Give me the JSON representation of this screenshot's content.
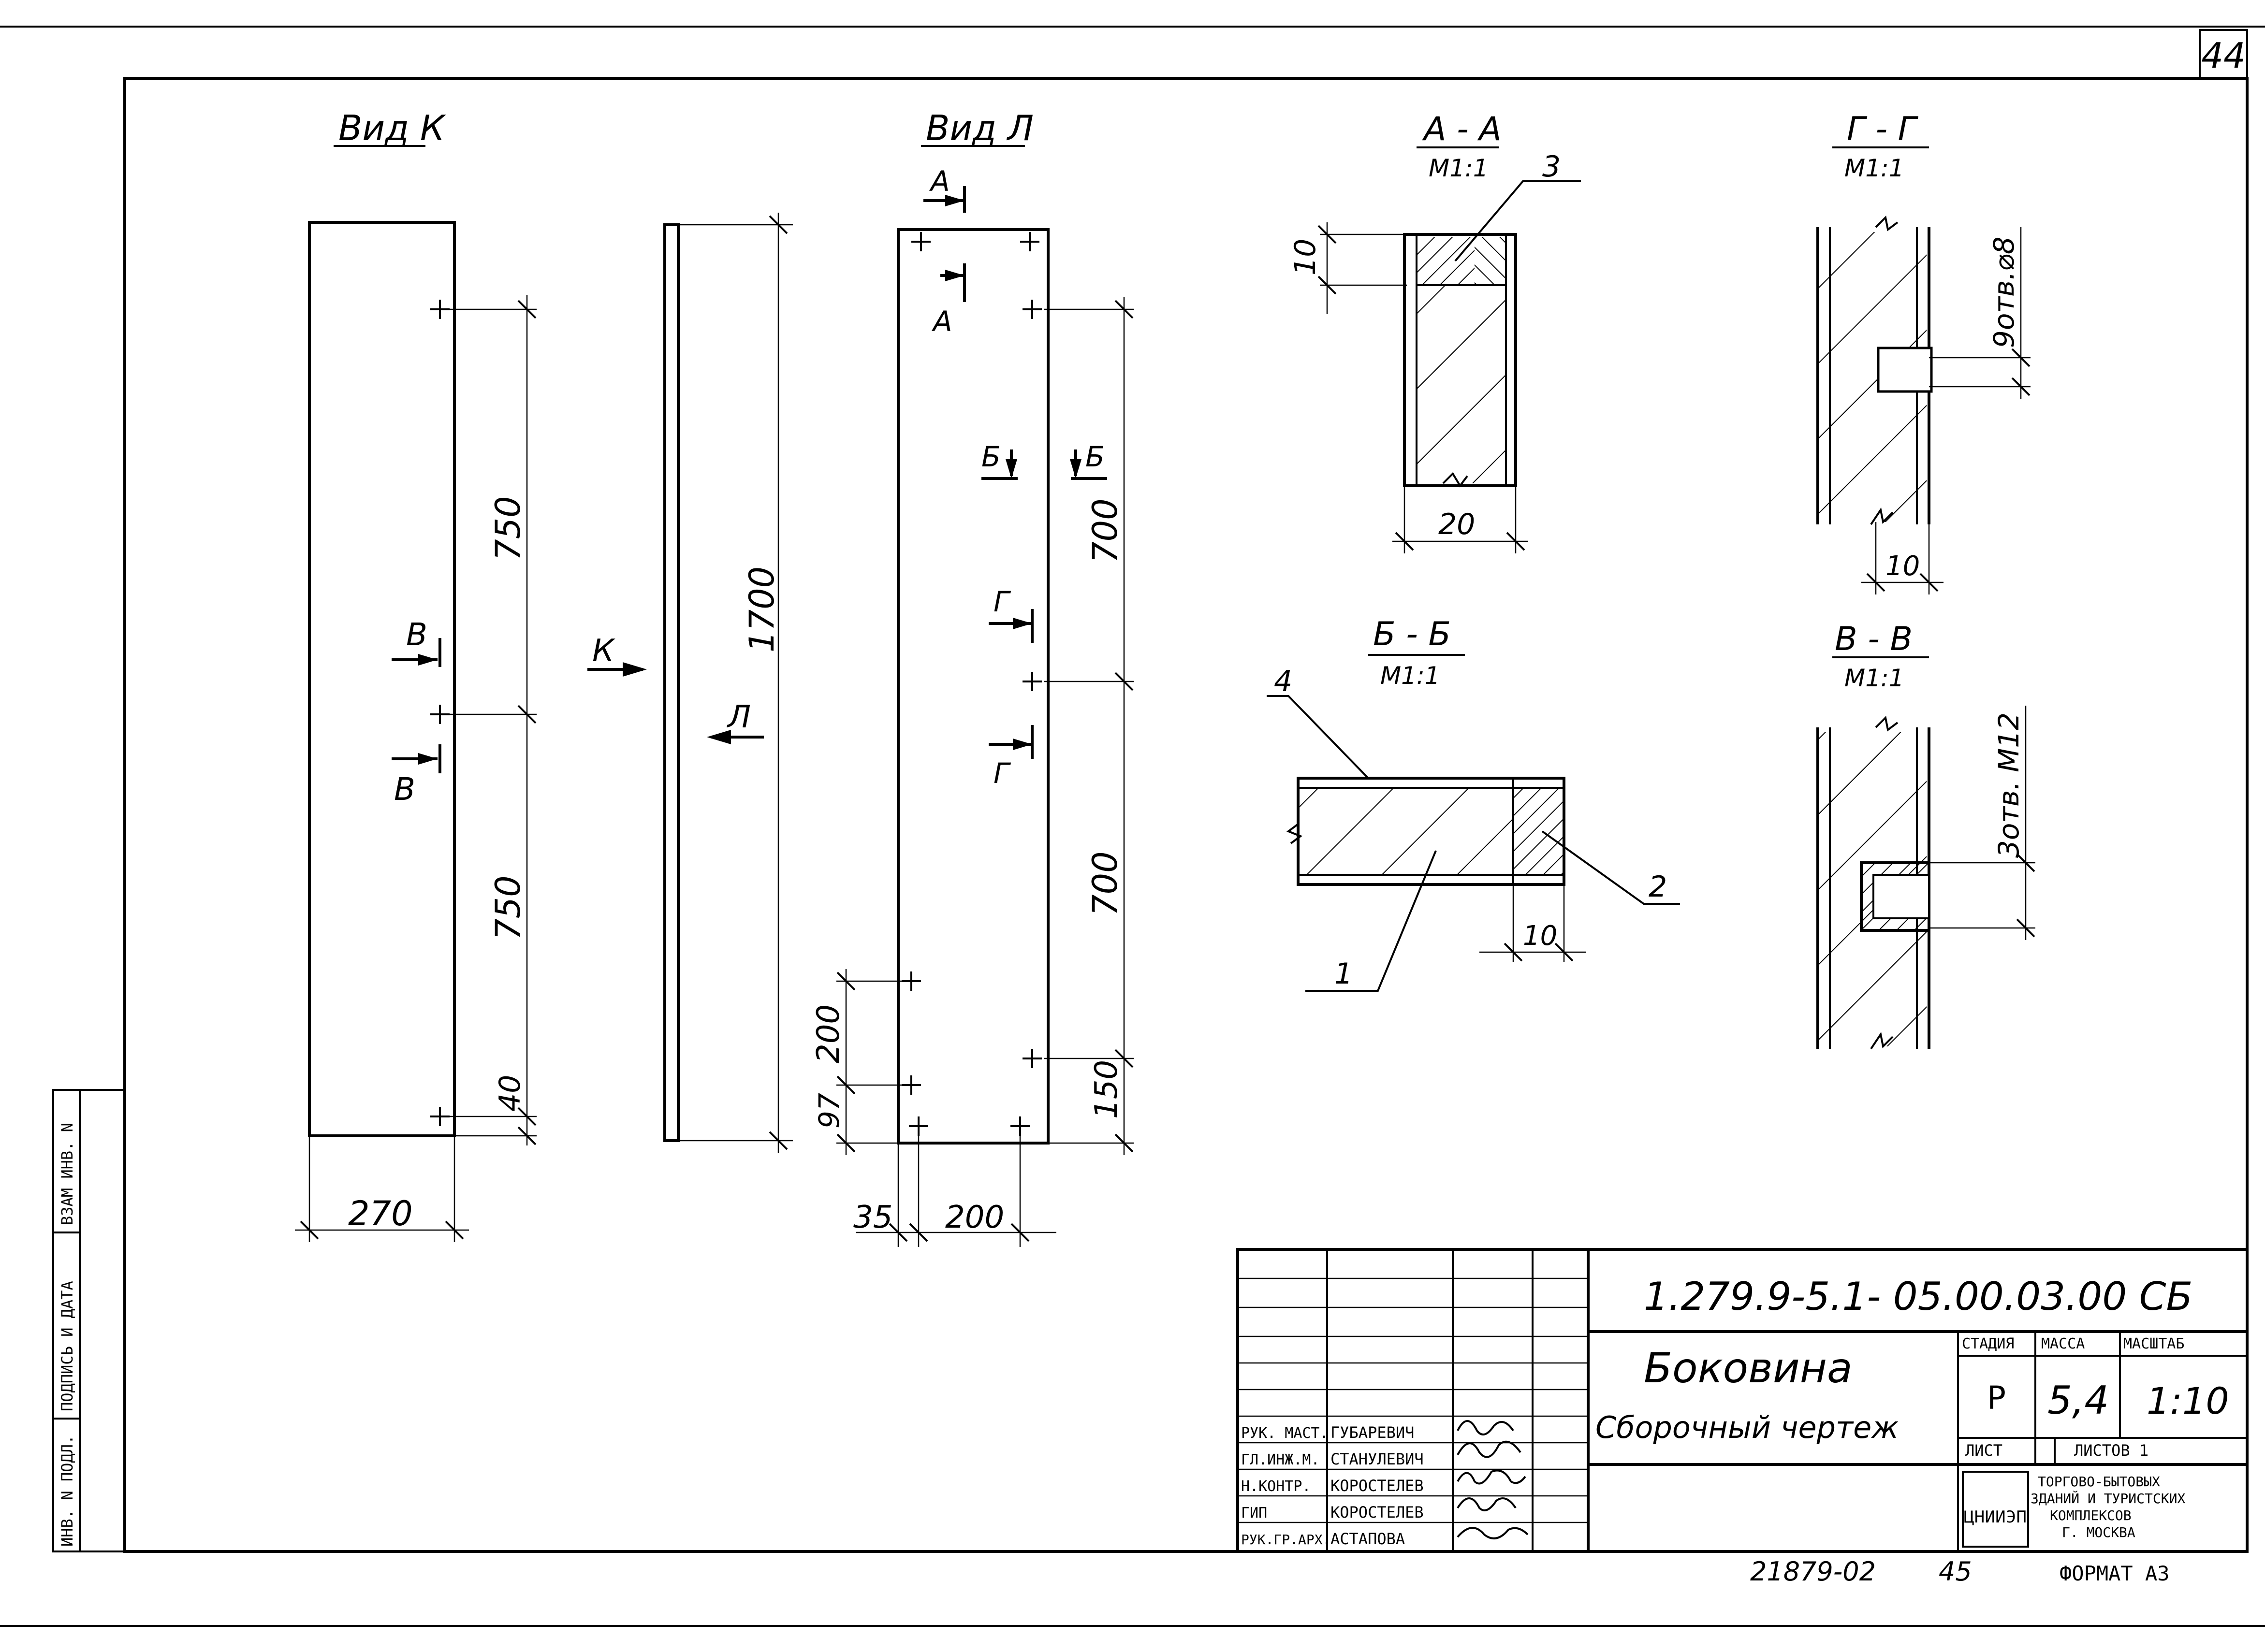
{
  "page_number": "44",
  "views": {
    "view_k": {
      "title": "Вид К",
      "dims": {
        "d750_top": "750",
        "d750_bottom": "750",
        "d40": "40",
        "width": "270"
      },
      "section_mark_top": "В",
      "section_mark_bottom": "В"
    },
    "side": {
      "arrow_k": "К",
      "arrow_l": "Л",
      "height": "1700"
    },
    "view_l": {
      "title": "Вид Л",
      "mark_a_top": "А",
      "mark_a_bottom": "А",
      "mark_b_left": "Б",
      "mark_b_right": "Б",
      "mark_g_top": "Г",
      "mark_g_bottom": "Г",
      "dims": {
        "d700_top": "700",
        "d700_bottom": "700",
        "d150": "150",
        "d200_v": "200",
        "d97": "97",
        "d35": "35",
        "d200_h": "200"
      }
    }
  },
  "sections": {
    "aa": {
      "title": "А - А",
      "scale": "М1:1",
      "dim_10": "10",
      "dim_20": "20",
      "callout": "3"
    },
    "gg": {
      "title": "Г - Г",
      "scale": "М1:1",
      "hole_note": "9отв.⌀8",
      "dim_10": "10"
    },
    "bb": {
      "title": "Б - Б",
      "scale": "М1:1",
      "dim_10": "10",
      "callout_1": "1",
      "callout_2": "2",
      "callout_4": "4"
    },
    "vv": {
      "title": "В - В",
      "scale": "М1:1",
      "hole_note": "3отв. М12"
    }
  },
  "side_stamp": [
    "ИНВ. N ПОДЛ.",
    "ПОДПИСЬ И ДАТА",
    "ВЗАМ ИНВ. N"
  ],
  "title_block": {
    "doc_code": "1.279.9-5.1- 05.00.03.00 СБ",
    "part_name": "Боковина",
    "doc_type": "Сборочный чертеж",
    "stage_label": "СТАДИЯ",
    "mass_label": "МАССА",
    "scale_label": "МАСШТАБ",
    "stage": "Р",
    "mass": "5,4",
    "scale": "1:10",
    "sheet_label": "ЛИСТ",
    "sheets_label": "ЛИСТОВ 1",
    "org_logo": "ЦНИИЭП",
    "org_line1": "ТОРГОВО-БЫТОВЫХ",
    "org_line2": "ЗДАНИЙ И ТУРИСТСКИХ",
    "org_line3": "КОМПЛЕКСОВ",
    "org_line4": "Г. МОСКВА",
    "signatures": [
      {
        "role": "РУК. МАСТ.",
        "name": "ГУБАРЕВИЧ"
      },
      {
        "role": "ГЛ.ИНЖ.М.",
        "name": "СТАНУЛЕВИЧ"
      },
      {
        "role": "Н.КОНТР.",
        "name": "КОРОСТЕЛЕВ"
      },
      {
        "role": "ГИП",
        "name": "КОРОСТЕЛЕВ"
      },
      {
        "role": "РУК.ГР.АРХ.",
        "name": "АСТАПОВА"
      }
    ]
  },
  "footer": {
    "inventory": "21879-02",
    "copy_no": "45",
    "format": "ФОРМАТ А3"
  }
}
